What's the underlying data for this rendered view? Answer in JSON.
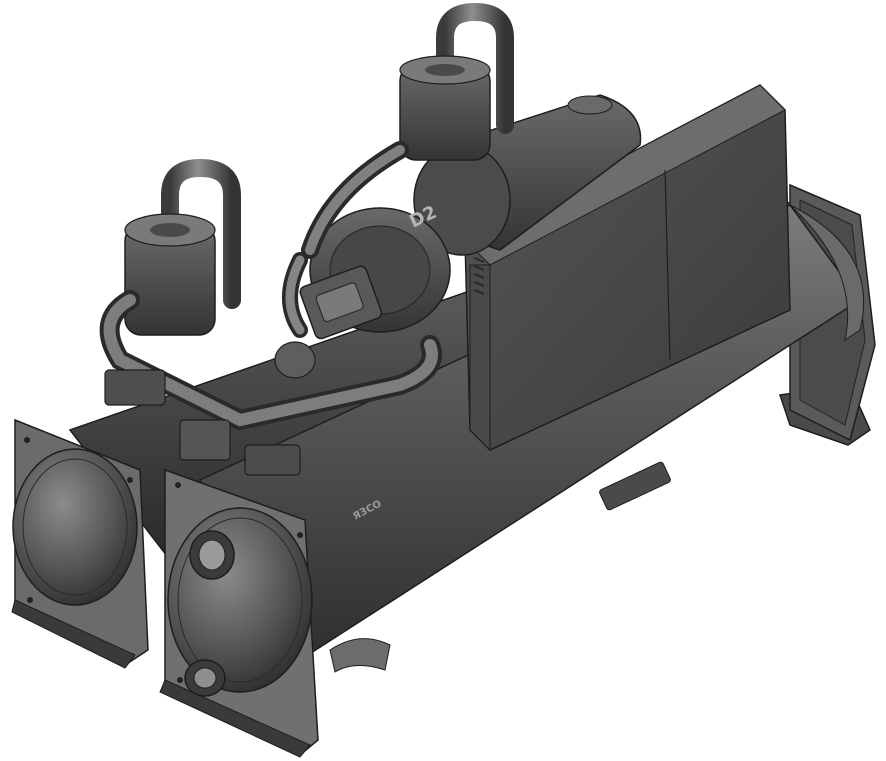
{
  "image": {
    "background": "#ffffff",
    "subject": "chiller-cad-render"
  },
  "markings": {
    "compressor_tag": "D2",
    "shell_mark": "ЯЗСО"
  },
  "palette": {
    "body_dark": "#3f3f3f",
    "body_mid": "#5a5a5a",
    "body_light": "#8a8a8a",
    "highlight": "#b5b5b5",
    "edge": "#1e1e1e"
  }
}
